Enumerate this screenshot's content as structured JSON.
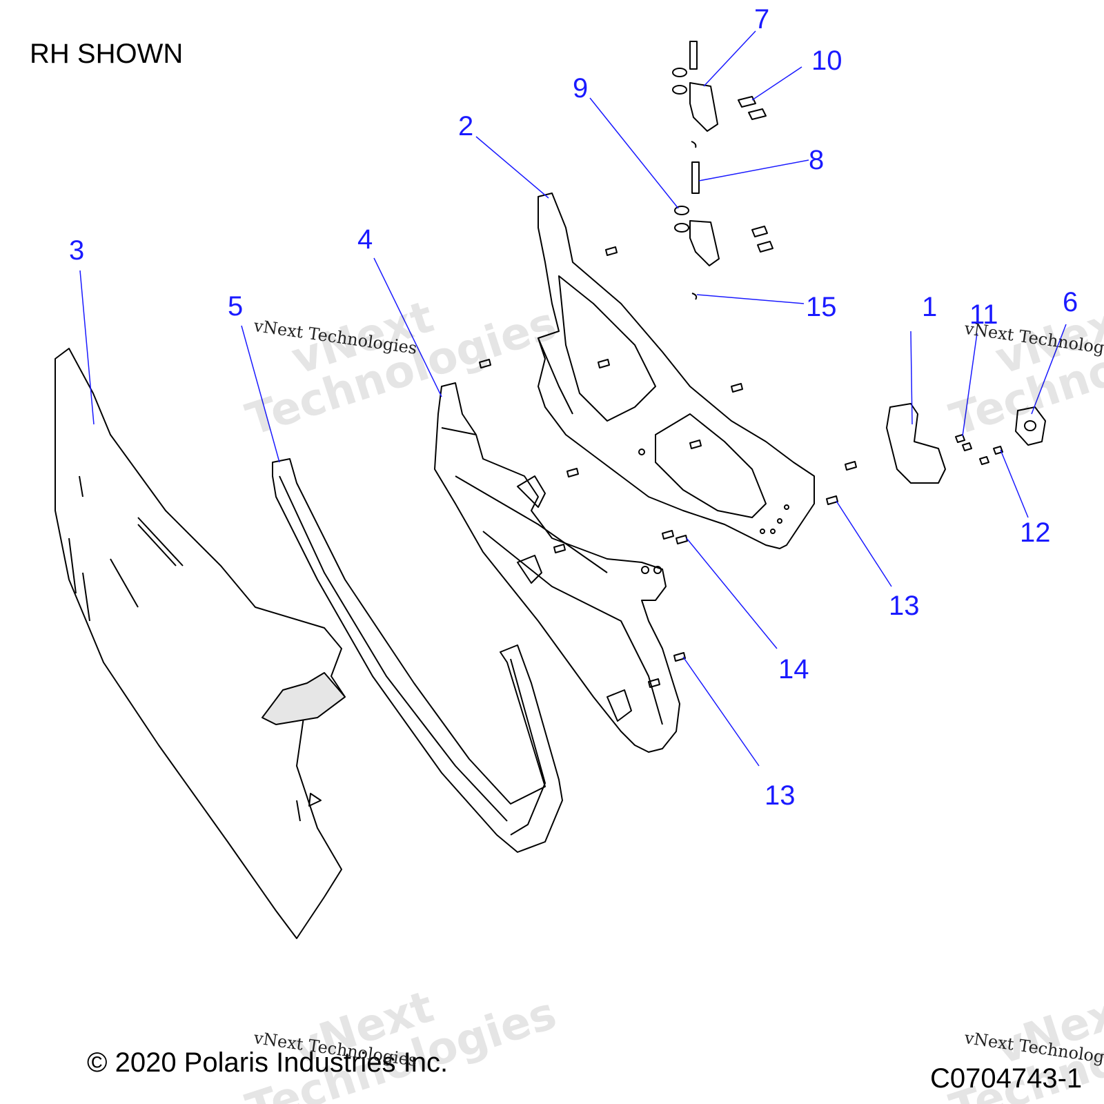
{
  "header": {
    "view_label": "RH SHOWN"
  },
  "footer": {
    "copyright": "© 2020 Polaris Industries Inc.",
    "figure_id": "C0704743-1"
  },
  "watermark": {
    "small": "vNext Technologies",
    "big_line1": "vNext",
    "big_line2": "Technologies"
  },
  "callouts": [
    "1",
    "2",
    "3",
    "4",
    "5",
    "6",
    "7",
    "8",
    "9",
    "10",
    "11",
    "12",
    "13",
    "13",
    "14",
    "15"
  ],
  "colors": {
    "callout": "#1a1aff",
    "line": "#000000",
    "leader": "#1a1aff"
  }
}
